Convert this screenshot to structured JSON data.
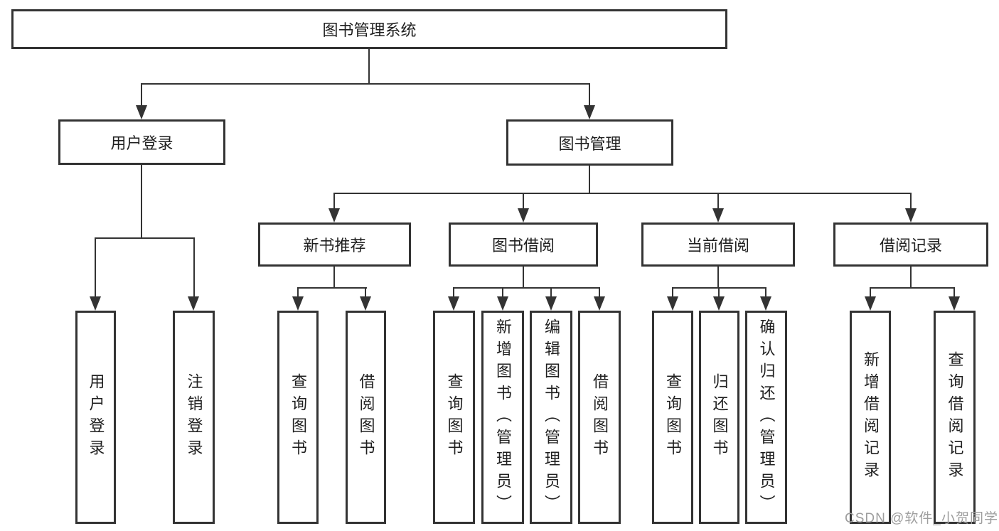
{
  "diagram": {
    "root": "图书管理系统",
    "level2": {
      "user_login": "用户登录",
      "book_mgmt": "图书管理"
    },
    "level3": {
      "new_books": "新书推荐",
      "borrowing": "图书借阅",
      "current": "当前借阅",
      "records": "借阅记录"
    },
    "leaves": {
      "login": "用户登录",
      "logout": "注销登录",
      "nb_search": "查询图书",
      "nb_borrow": "借阅图书",
      "b_search": "查询图书",
      "b_add": "新增图书（管理员）",
      "b_edit": "编辑图书（管理员）",
      "b_borrow": "借阅图书",
      "c_search": "查询图书",
      "c_return": "归还图书",
      "c_confirm": "确认归还（管理员）",
      "r_add": "新增借阅记录",
      "r_search": "查询借阅记录"
    }
  },
  "watermark": "CSDN @软件_小贺同学",
  "colors": {
    "line": "#333333",
    "text": "#1f1f1f",
    "box-bg": "#ffffff",
    "wm": "#9e9e9e"
  }
}
